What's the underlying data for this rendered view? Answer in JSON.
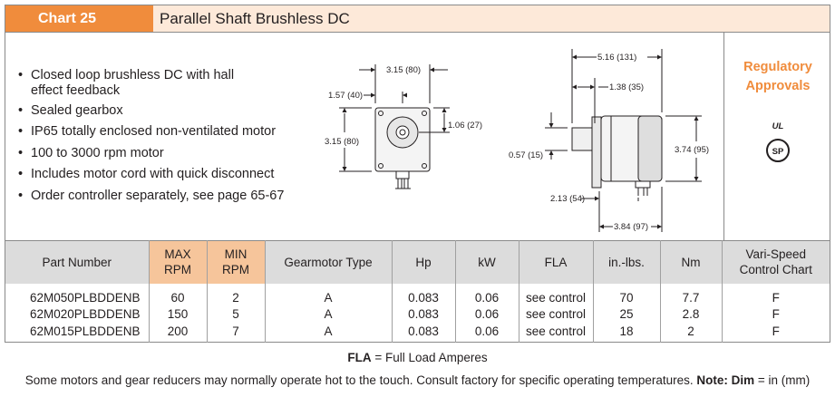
{
  "header": {
    "chart_label": "Chart 25",
    "title": "Parallel Shaft Brushless DC"
  },
  "features": [
    "Closed loop brushless DC with hall",
    "effect feedback",
    "Sealed gearbox",
    "IP65 totally enclosed non-ventilated motor",
    "100 to 3000 rpm motor",
    "Includes motor cord with quick disconnect",
    "Order controller separately, see page 65-67"
  ],
  "front_view": {
    "dim_width": "3.15 (80)",
    "dim_offset": "1.57 (40)",
    "dim_height": "3.15 (80)",
    "dim_shaft": "1.06 (27)"
  },
  "side_view": {
    "dim_total": "5.16 (131)",
    "dim_shaft_len": "1.38 (35)",
    "dim_height": "3.74 (95)",
    "dim_shaft_dia": "0.57 (15)",
    "dim_base": "2.13 (54)",
    "dim_body": "3.84 (97)"
  },
  "regulatory": {
    "title_line1": "Regulatory",
    "title_line2": "Approvals",
    "ul_mark": "UL",
    "csa_mark": "SP"
  },
  "table": {
    "headers": {
      "part": "Part Number",
      "max1": "MAX",
      "max2": "RPM",
      "min1": "MIN",
      "min2": "RPM",
      "type": "Gearmotor Type",
      "hp": "Hp",
      "kw": "kW",
      "fla": "FLA",
      "inlbs": "in.-lbs.",
      "nm": "Nm",
      "vs1": "Vari-Speed",
      "vs2": "Control Chart"
    },
    "rows": [
      {
        "part": "62M050PLBDDENB",
        "max": "60",
        "min": "2",
        "type": "A",
        "hp": "0.083",
        "kw": "0.06",
        "fla": "see control",
        "inlbs": "70",
        "nm": "7.7",
        "vs": "F"
      },
      {
        "part": "62M020PLBDDENB",
        "max": "150",
        "min": "5",
        "type": "A",
        "hp": "0.083",
        "kw": "0.06",
        "fla": "see control",
        "inlbs": "25",
        "nm": "2.8",
        "vs": "F"
      },
      {
        "part": "62M015PLBDDENB",
        "max": "200",
        "min": "7",
        "type": "A",
        "hp": "0.083",
        "kw": "0.06",
        "fla": "see control",
        "inlbs": "18",
        "nm": "2",
        "vs": "F"
      }
    ]
  },
  "notes": {
    "fla_abbr": "FLA",
    "fla_def": " = Full Load Amperes",
    "footer_main": "Some motors and gear reducers may normally operate hot to the touch.  Consult factory for specific operating temperatures.  ",
    "footer_bold": "Note: Dim",
    "footer_end": " = in (mm)"
  },
  "colors": {
    "accent_orange": "#f08c3c",
    "header_bg": "#fde9d9",
    "table_header_grey": "#dcdcdc",
    "table_header_orange": "#f6c59b"
  }
}
